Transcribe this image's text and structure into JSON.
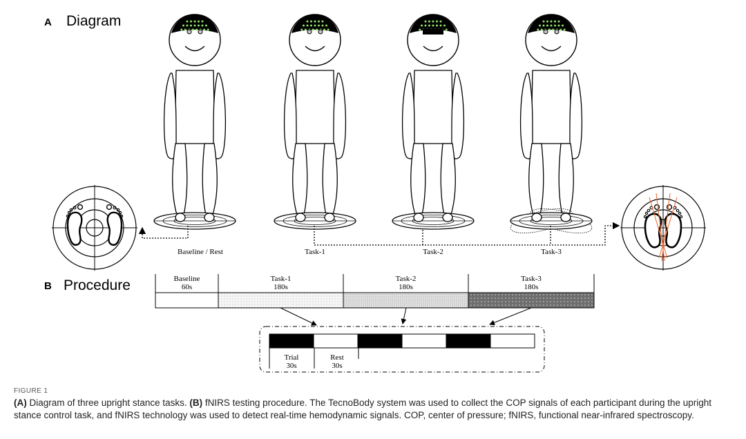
{
  "panel_a": {
    "letter": "A",
    "title": "Diagram"
  },
  "panel_b": {
    "letter": "B",
    "title": "Procedure"
  },
  "figures": [
    {
      "label": "Baseline / Rest"
    },
    {
      "label": "Task-1"
    },
    {
      "label": "Task-2"
    },
    {
      "label": "Task-3"
    }
  ],
  "timeline": [
    {
      "name": "Baseline",
      "duration": "60s"
    },
    {
      "name": "Task-1",
      "duration": "180s"
    },
    {
      "name": "Task-2",
      "duration": "180s"
    },
    {
      "name": "Task-3",
      "duration": "180s"
    }
  ],
  "block_design": {
    "trial_label": "Trial",
    "trial_duration": "30s",
    "rest_label": "Rest",
    "rest_duration": "30s"
  },
  "caption": {
    "figure_label": "FIGURE 1",
    "a_tag": "(A)",
    "a_text": " Diagram of three upright stance tasks. ",
    "b_tag": "(B)",
    "b_text": " fNIRS testing procedure. The TecnoBody system was used to collect the COP signals of each participant during the upright stance control task, and fNIRS technology was used to detect real-time hemodynamic signals. COP, center of pressure; fNIRS, functional near-infrared spectroscopy."
  },
  "colors": {
    "stroke": "#000000",
    "sensor_green": "#8fe06a",
    "sensor_grey": "#c8c8c8",
    "cop_orange": "#e8703a",
    "dots_light": "#e6e6e6",
    "dots_mid": "#c9c9c9",
    "dots_dark": "#6a6a6a"
  }
}
